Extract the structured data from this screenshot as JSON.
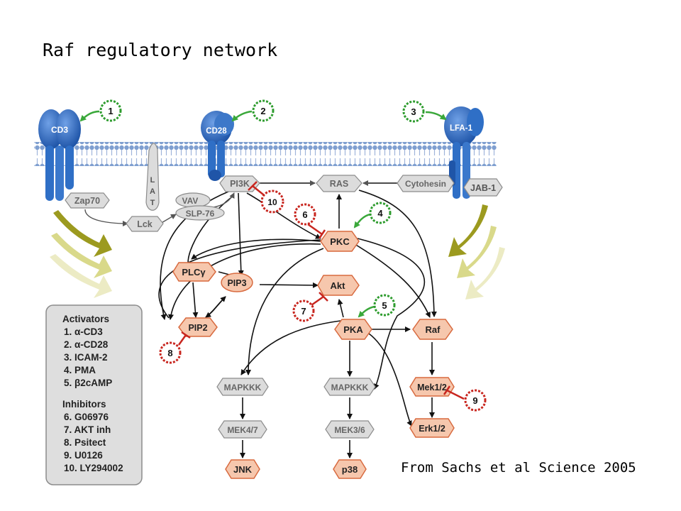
{
  "title": "Raf regulatory network",
  "citation": "From Sachs et al Science 2005",
  "colors": {
    "measured_node_fill": "#f6c7ad",
    "measured_node_stroke": "#d86a3f",
    "unmeasured_node_fill": "#dcdcdc",
    "unmeasured_node_stroke": "#8c8c8c",
    "activator_badge": "#2e9c2e",
    "inhibitor_badge": "#c8261f",
    "receptor_blue": "#2f6fc6",
    "membrane_blue": "#7f9fd0"
  },
  "receptors": {
    "cd3": "CD3",
    "cd28": "CD28",
    "lfa1": "LFA-1",
    "lat_letters": [
      "L",
      "A",
      "T"
    ]
  },
  "nodes": {
    "zap70": "Zap70",
    "lck": "Lck",
    "vav": "VAV",
    "slp76": "SLP-76",
    "pi3k": "PI3K",
    "ras": "RAS",
    "cytohesin": "Cytohesin",
    "jab1": "JAB-1",
    "pkc": "PKC",
    "plcg": "PLCγ",
    "pip3": "PIP3",
    "akt": "Akt",
    "pip2": "PIP2",
    "pka": "PKA",
    "raf": "Raf",
    "mapkkk_left": "MAPKKK",
    "mapkkk_right": "MAPKKK",
    "mek12": "Mek1/2",
    "mek47": "MEK4/7",
    "mek36": "MEK3/6",
    "erk12": "Erk1/2",
    "jnk": "JNK",
    "p38": "p38"
  },
  "badges": {
    "b1": "1",
    "b2": "2",
    "b3": "3",
    "b4": "4",
    "b5": "5",
    "b6": "6",
    "b7": "7",
    "b8": "8",
    "b9": "9",
    "b10": "10"
  },
  "legend": {
    "activators_heading": "Activators",
    "activators": [
      "1. α-CD3",
      "2. α-CD28",
      "3. ICAM-2",
      "4. PMA",
      "5. β2cAMP"
    ],
    "inhibitors_heading": "Inhibitors",
    "inhibitors": [
      "6. G06976",
      "7. AKT inh",
      "8. Psitect",
      "9. U0126",
      "10. LY294002"
    ]
  }
}
